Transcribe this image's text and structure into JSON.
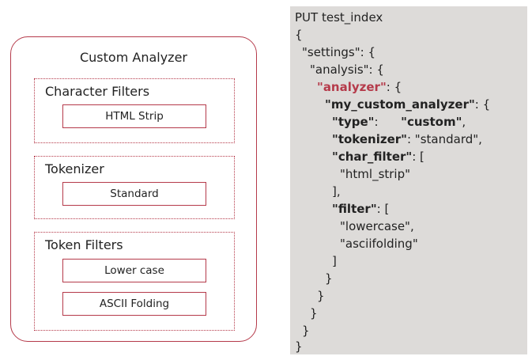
{
  "diagram": {
    "analyzer_title": "Custom Analyzer",
    "character_filters": {
      "title": "Character Filters",
      "items": [
        "HTML Strip"
      ]
    },
    "tokenizer": {
      "title": "Tokenizer",
      "items": [
        "Standard"
      ]
    },
    "token_filters": {
      "title": "Token Filters",
      "items": [
        "Lower case",
        "ASCII Folding"
      ]
    }
  },
  "code": {
    "l1": "PUT test_index",
    "l2": "{",
    "l3": "\"settings\": {",
    "l4": "\"analysis\": {",
    "l5_key": "\"analyzer\"",
    "l5_rest": ": {",
    "l6_key": "\"my_custom_analyzer\"",
    "l6_rest": ": {",
    "l7_key": "\"type\"",
    "l7_sep": ":      ",
    "l7_val": "\"custom\"",
    "l7_rest": ",",
    "l8_key": "\"tokenizer\"",
    "l8_rest": ": \"standard\",",
    "l9_key": "\"char_filter\"",
    "l9_rest": ": [",
    "l10": "\"html_strip\"",
    "l11": "],",
    "l12_key": "\"filter\"",
    "l12_rest": ": [",
    "l13": "\"lowercase\",",
    "l14": "\"asciifolding\"",
    "l15": "]",
    "l16": "}",
    "l17": "}",
    "l18": "}",
    "l19": "}",
    "l20": "}"
  },
  "colors": {
    "accent": "#b53a4a",
    "code_bg": "#dddbd9"
  }
}
